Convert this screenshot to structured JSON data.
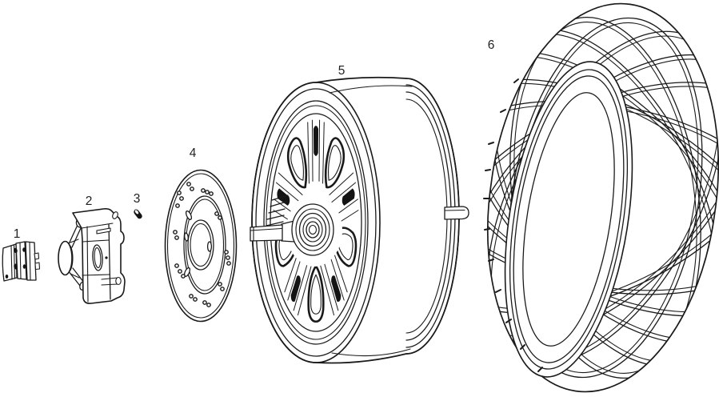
{
  "canvas": {
    "background_color": "#ffffff",
    "line_color": "#1a1a1a",
    "label_color": "#1f1f1f"
  },
  "diagram": {
    "description_name": "exploded-wheel-assembly-diagram",
    "parts": [
      {
        "id": 1,
        "label": "1",
        "name": "brake-pads"
      },
      {
        "id": 2,
        "label": "2",
        "name": "brake-caliper"
      },
      {
        "id": 3,
        "label": "3",
        "name": "pin-bolt"
      },
      {
        "id": 4,
        "label": "4",
        "name": "brake-disc-rotor"
      },
      {
        "id": 5,
        "label": "5",
        "name": "wheel-rim-with-axle"
      },
      {
        "id": 6,
        "label": "6",
        "name": "tire"
      }
    ]
  }
}
